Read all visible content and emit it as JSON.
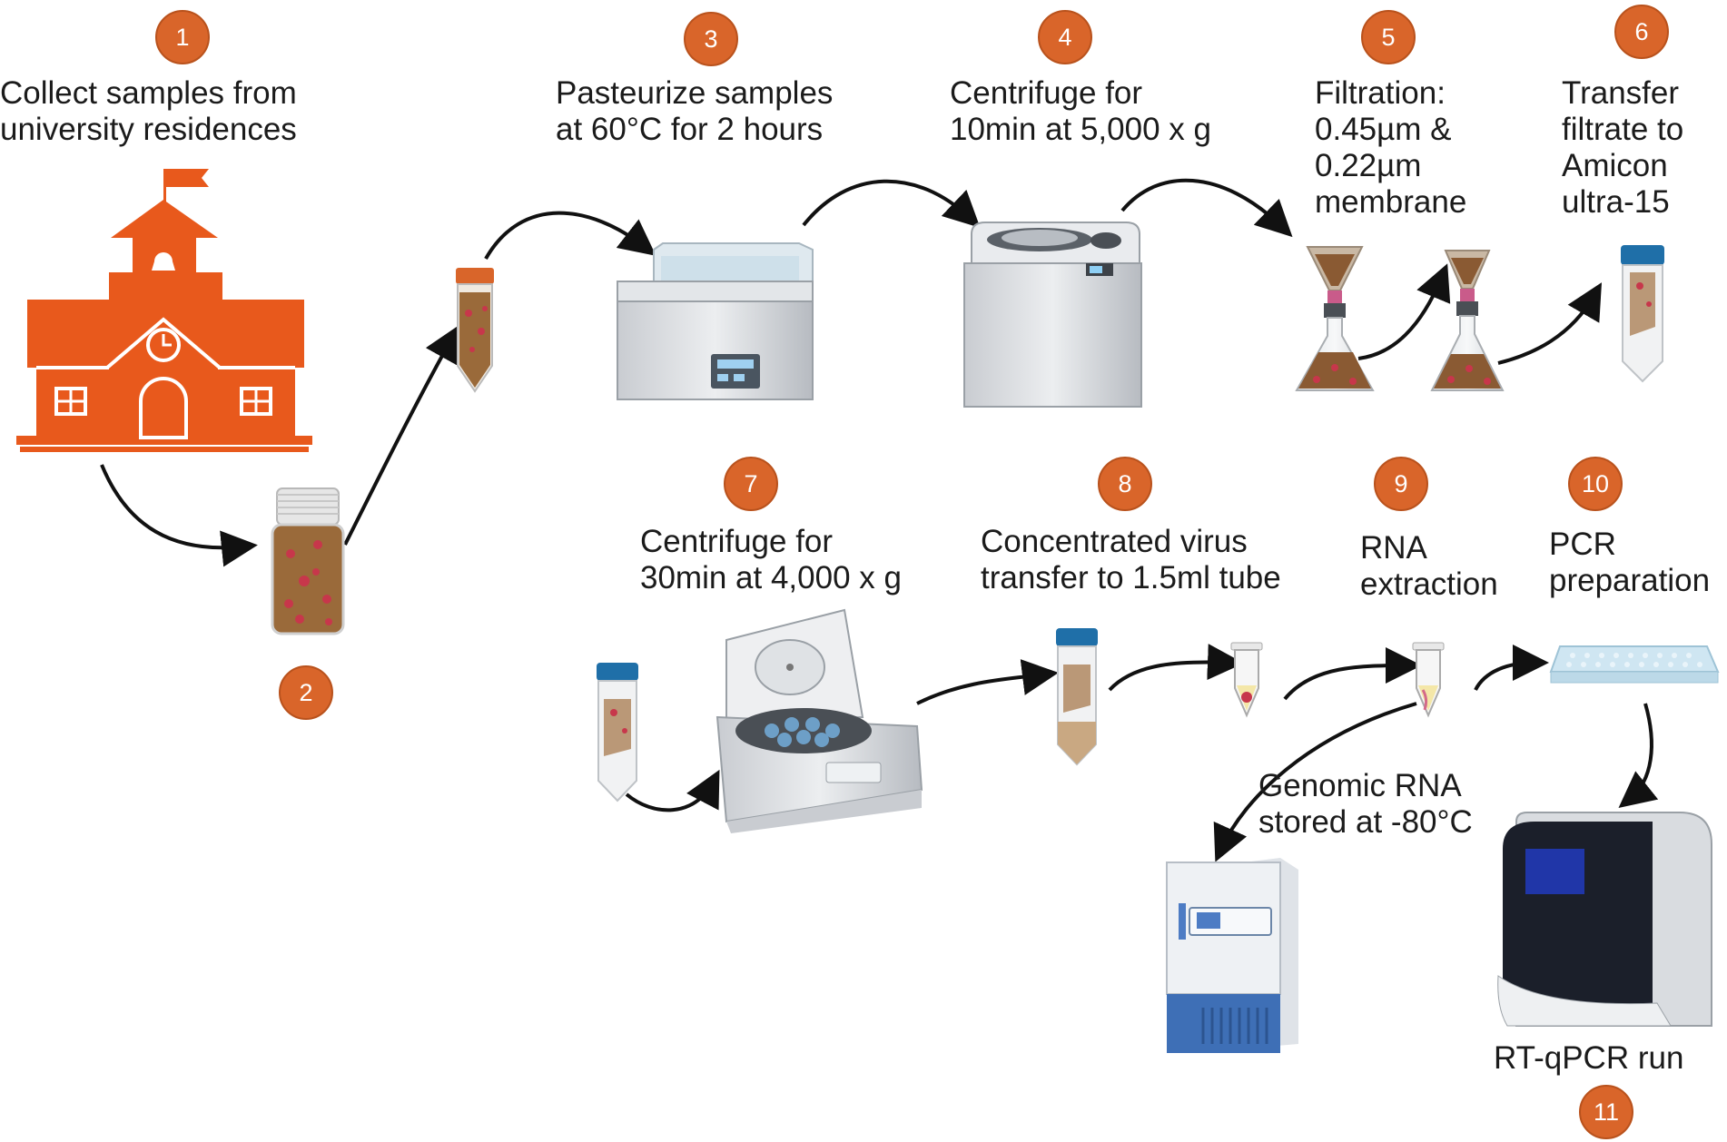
{
  "steps": [
    {
      "number": "1",
      "lines": [
        "Collect samples from",
        "university residences"
      ]
    },
    {
      "number": "2",
      "lines": []
    },
    {
      "number": "3",
      "lines": [
        "Pasteurize samples",
        "at 60°C for 2 hours"
      ]
    },
    {
      "number": "4",
      "lines": [
        "Centrifuge for",
        "10min at 5,000 x g"
      ]
    },
    {
      "number": "5",
      "lines": [
        "Filtration:",
        "0.45µm &",
        "0.22µm",
        "membrane"
      ]
    },
    {
      "number": "6",
      "lines": [
        "Transfer",
        "filtrate to",
        "Amicon",
        "ultra-15"
      ]
    },
    {
      "number": "7",
      "lines": [
        "Centrifuge for",
        "30min at 4,000 x g"
      ]
    },
    {
      "number": "8",
      "lines": [
        "Concentrated virus",
        "transfer to 1.5ml tube"
      ]
    },
    {
      "number": "9",
      "lines": [
        "RNA",
        "extraction"
      ]
    },
    {
      "number": "10",
      "lines": [
        "PCR",
        "preparation"
      ]
    },
    {
      "number": "11",
      "lines": [
        "RT-qPCR run"
      ]
    }
  ],
  "storage_label": [
    "Genomic RNA",
    "stored at -80°C"
  ],
  "colors": {
    "accent": "#d9652a",
    "building": "#e8591c",
    "sample_liquid": "#9a6a3a",
    "tube_cap_blue": "#1f6fa8",
    "freezer_blue": "#3e6fb6",
    "screen_blue": "#2036a8"
  },
  "icons": [
    "school-building-icon",
    "sample-bottle-icon",
    "sample-tube-icon",
    "water-bath-icon",
    "centrifuge-icon",
    "filter-flask-icon",
    "amicon-tube-icon",
    "benchtop-centrifuge-icon",
    "microtube-icon",
    "pcr-plate-icon",
    "freezer-icon",
    "qpcr-machine-icon"
  ]
}
